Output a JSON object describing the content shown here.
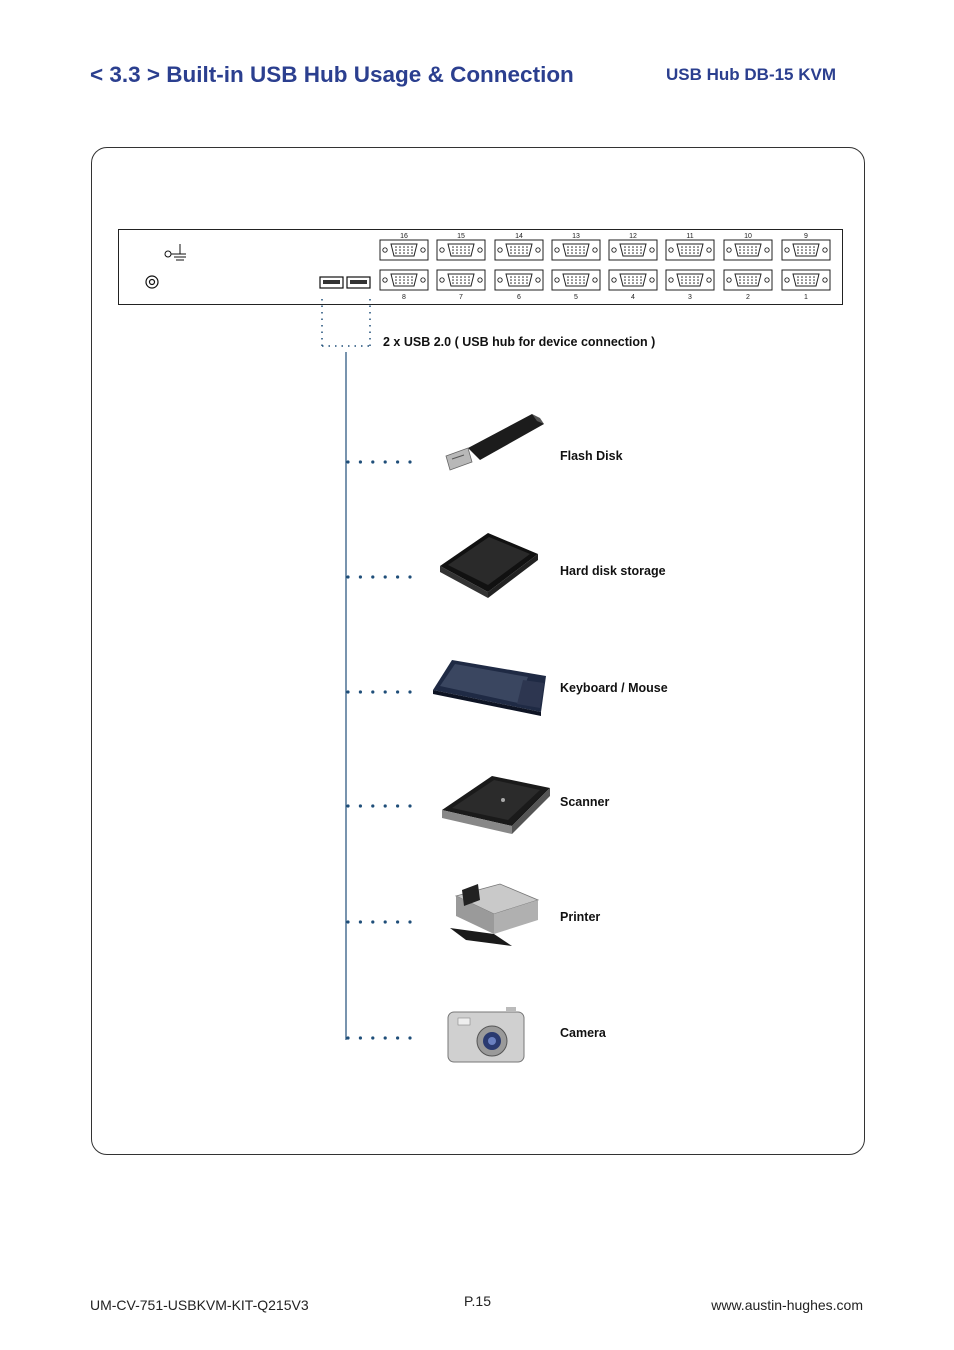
{
  "header": {
    "title": "< 3.3 > Built-in USB Hub Usage & Connection",
    "subtitle": "USB Hub  DB-15 KVM"
  },
  "panel": {
    "top_ports": [
      "16",
      "15",
      "14",
      "13",
      "12",
      "11",
      "10",
      "9"
    ],
    "bottom_ports": [
      "8",
      "7",
      "6",
      "5",
      "4",
      "3",
      "2",
      "1"
    ],
    "usb_label": "2 x USB 2.0  ( USB hub for device connection )"
  },
  "devices": [
    {
      "label": "Flash Disk"
    },
    {
      "label": "Hard disk storage"
    },
    {
      "label": "Keyboard  /  Mouse"
    },
    {
      "label": "Scanner"
    },
    {
      "label": "Printer"
    },
    {
      "label": "Camera"
    }
  ],
  "colors": {
    "accent": "#2b3f8f",
    "connector": "#1f4e79"
  },
  "footer": {
    "doc_id": "UM-CV-751-USBKVM-KIT-Q215V3",
    "page": "P.15",
    "website": "www.austin-hughes.com"
  }
}
